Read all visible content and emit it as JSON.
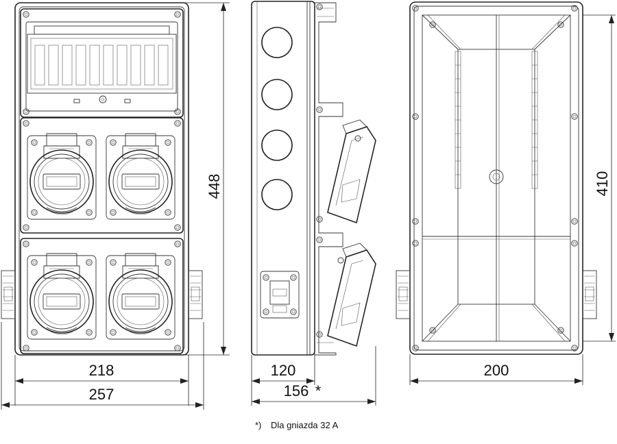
{
  "dimensions": {
    "front_inner_width": "218",
    "front_outer_width": "257",
    "front_height": "448",
    "side_depth": "120",
    "side_depth_socket": "156",
    "side_depth_marker": "*",
    "back_width": "200",
    "back_height": "410"
  },
  "footnote": {
    "marker": "*)",
    "text": "Dla gniazda 32 A"
  }
}
